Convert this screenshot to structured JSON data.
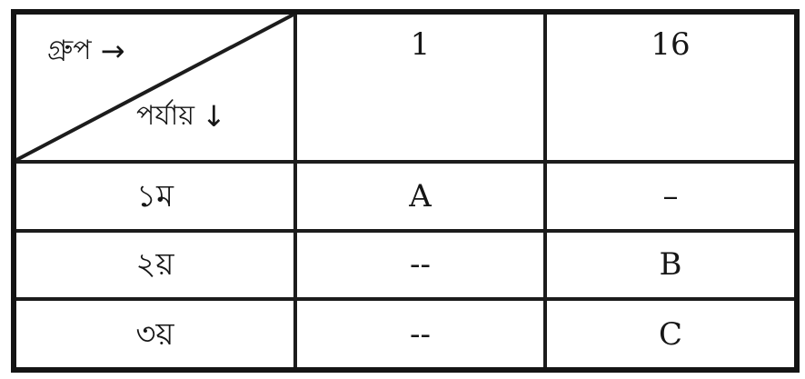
{
  "table": {
    "corner": {
      "group_label": "গ্রুপ",
      "group_arrow": "→",
      "period_label": "পর্যায়",
      "period_arrow": "↓"
    },
    "groups": [
      "1",
      "16"
    ],
    "rows": [
      {
        "period": "১ম",
        "cells": [
          "A",
          "–"
        ]
      },
      {
        "period": "২য়",
        "cells": [
          "--",
          "B"
        ]
      },
      {
        "period": "৩য়",
        "cells": [
          "--",
          "C"
        ]
      }
    ]
  }
}
